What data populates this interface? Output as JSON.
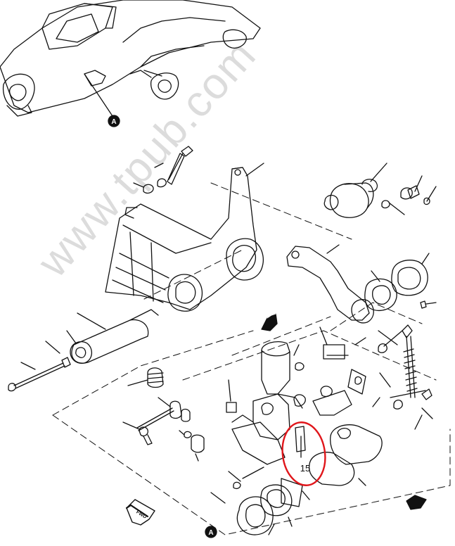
{
  "watermark": "www.tpub.com",
  "detail_marker": "A",
  "fwd_label": "FWD",
  "callout_number": "15",
  "colors": {
    "ink": "#111111",
    "highlight": "#e0161b",
    "watermark": "#d9d9d9"
  }
}
